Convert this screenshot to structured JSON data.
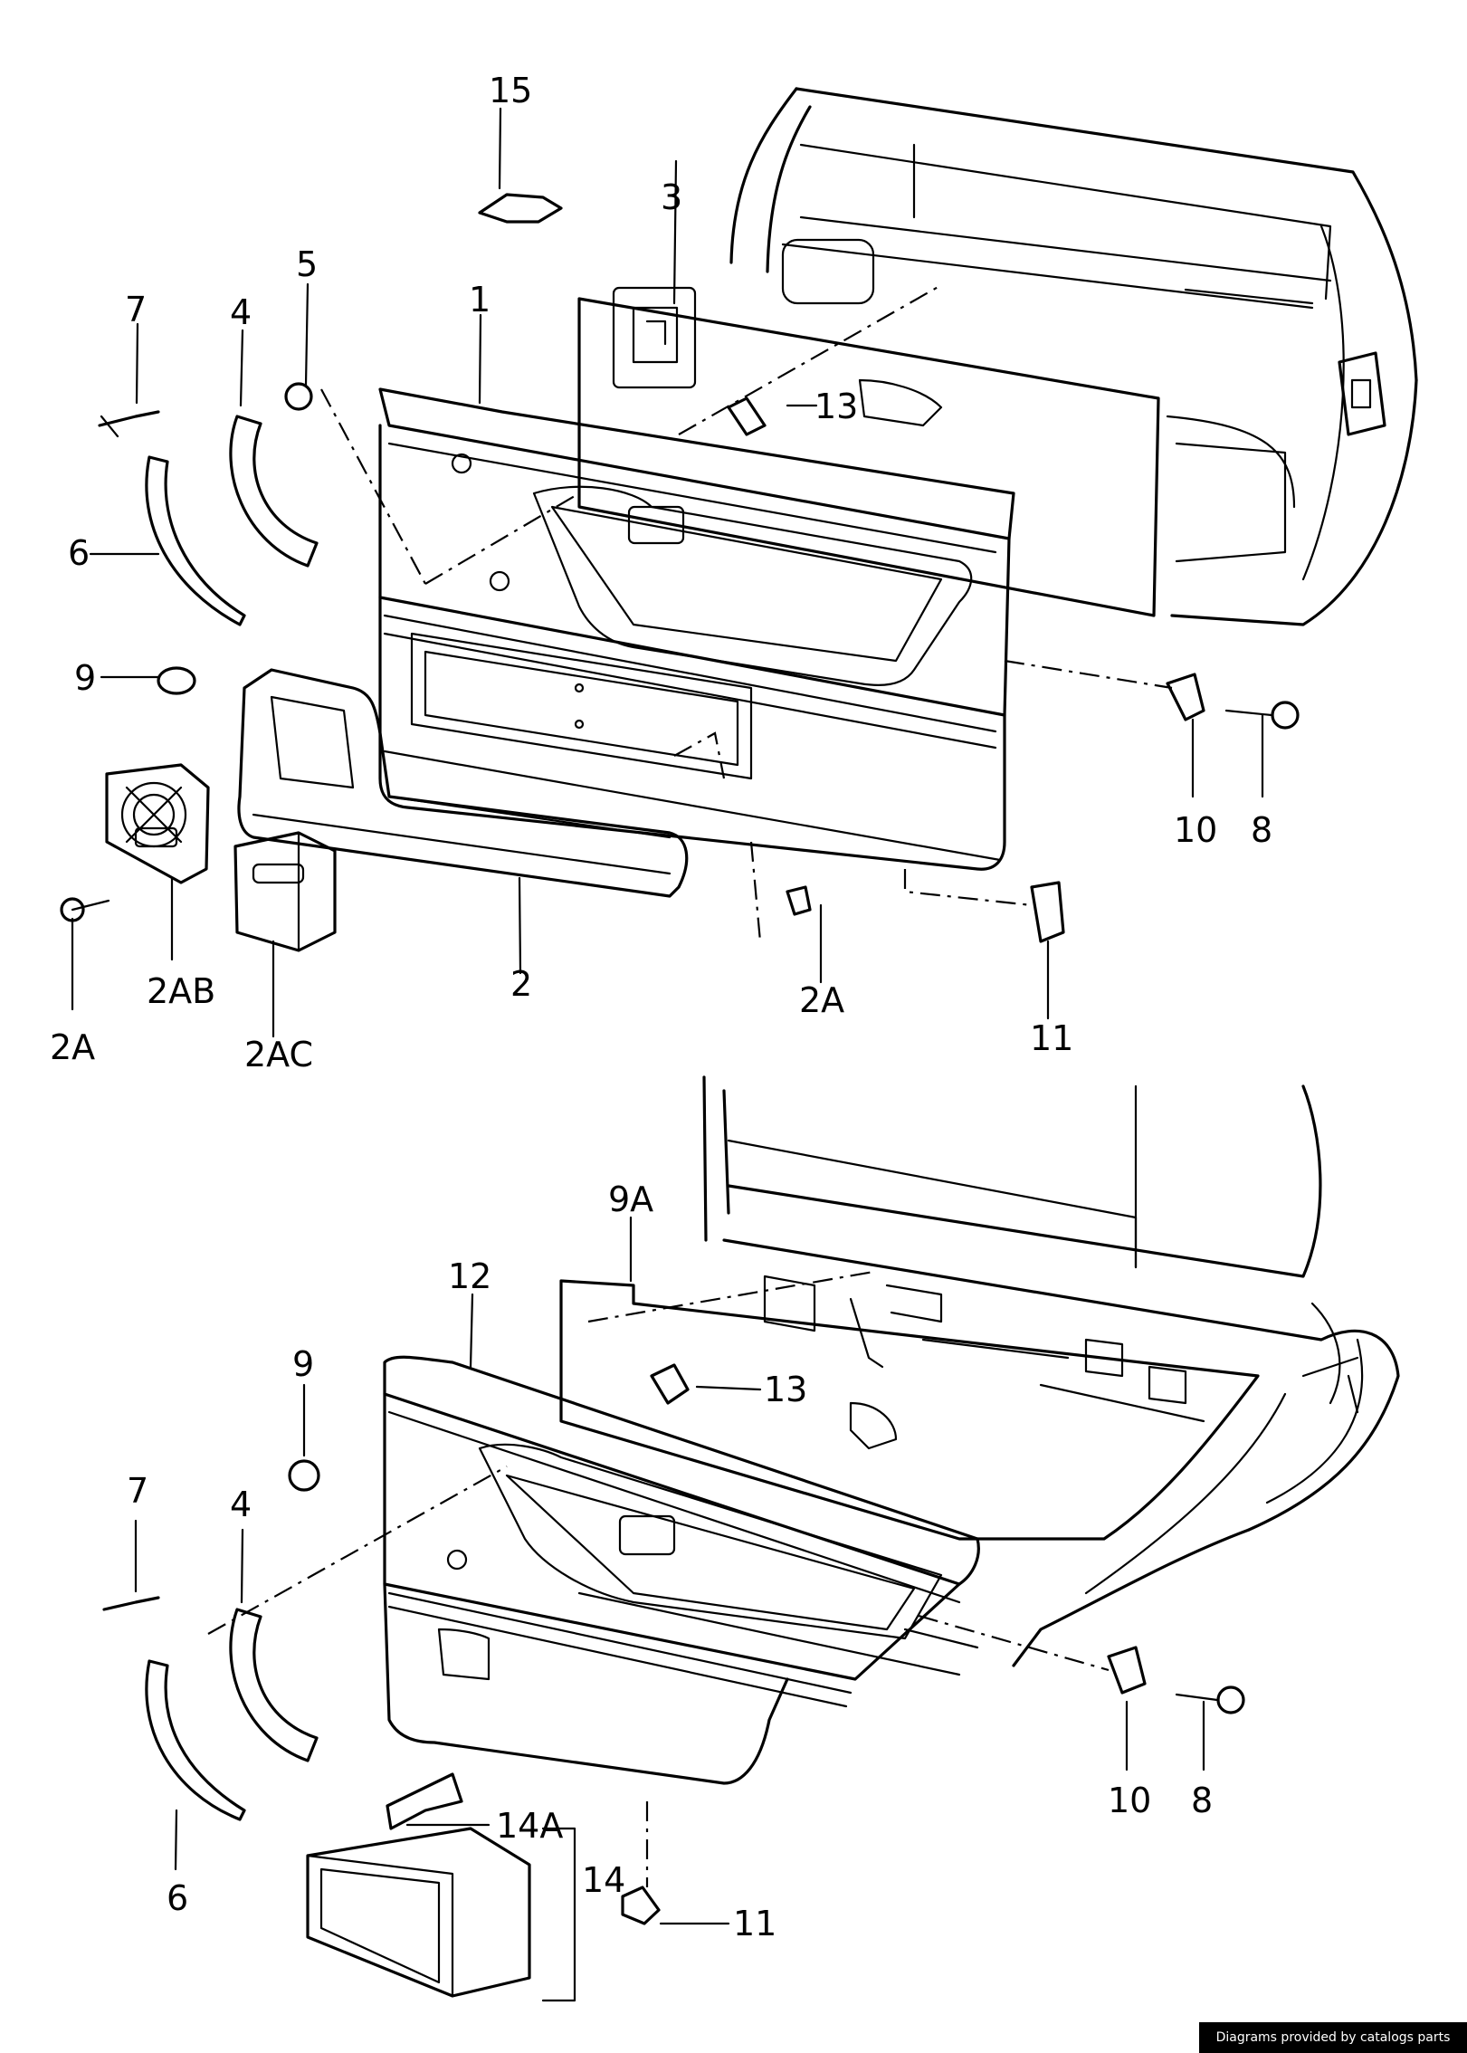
{
  "labels": {
    "l1": "1",
    "l2": "2",
    "l2a_left": "2A",
    "l2a_mid": "2A",
    "l2ab": "2AB",
    "l2ac": "2AC",
    "l3": "3",
    "l4_top": "4",
    "l4_bot": "4",
    "l5": "5",
    "l6_top": "6",
    "l6_bot": "6",
    "l7_top": "7",
    "l7_bot": "7",
    "l8_top": "8",
    "l8_bot": "8",
    "l9_top": "9",
    "l9_bot": "9",
    "l9a": "9A",
    "l10_top": "10",
    "l10_bot": "10",
    "l11_top": "11",
    "l11_bot": "11",
    "l12": "12",
    "l13_top": "13",
    "l13_bot": "13",
    "l14": "14",
    "l14a": "14A",
    "l15": "15"
  },
  "credit": "Diagrams provided by catalogs parts"
}
